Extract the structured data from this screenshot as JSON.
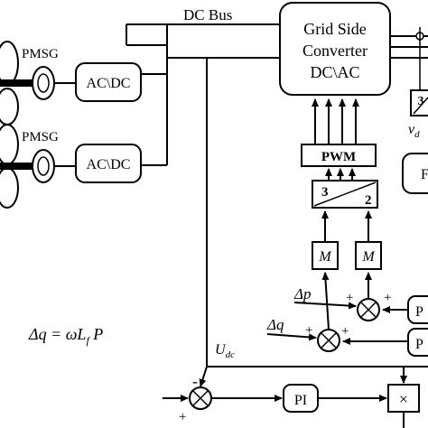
{
  "dc_bus": {
    "label": "DC Bus"
  },
  "generators": [
    {
      "label": "PMSG",
      "converter": "AC\\DC"
    },
    {
      "label": "PMSG",
      "converter": "AC\\DC"
    }
  ],
  "grid_converter": {
    "line1": "Grid Side",
    "line2": "Converter",
    "line3": "DC\\AC"
  },
  "pwm": {
    "label": "PWM"
  },
  "transform": {
    "in": "3",
    "out": "2"
  },
  "transform_right": {
    "in": "3"
  },
  "right_labels": {
    "vd_base": "v",
    "vd_sub": "d",
    "right_box": "F"
  },
  "modulators": [
    {
      "label": "M"
    },
    {
      "label": "M"
    }
  ],
  "inputs": {
    "dp": "Δp",
    "dq": "Δq"
  },
  "controllers": [
    {
      "label": "P"
    },
    {
      "label": "P"
    },
    {
      "label": "PI"
    }
  ],
  "udc": {
    "base": "U",
    "sub": "dc"
  },
  "equation": {
    "lhs": "Δq = ",
    "omega": "ωL",
    "sub": "f",
    "rhs": " P"
  },
  "signs": {
    "plus": "+",
    "minus": "-",
    "times": "×"
  }
}
